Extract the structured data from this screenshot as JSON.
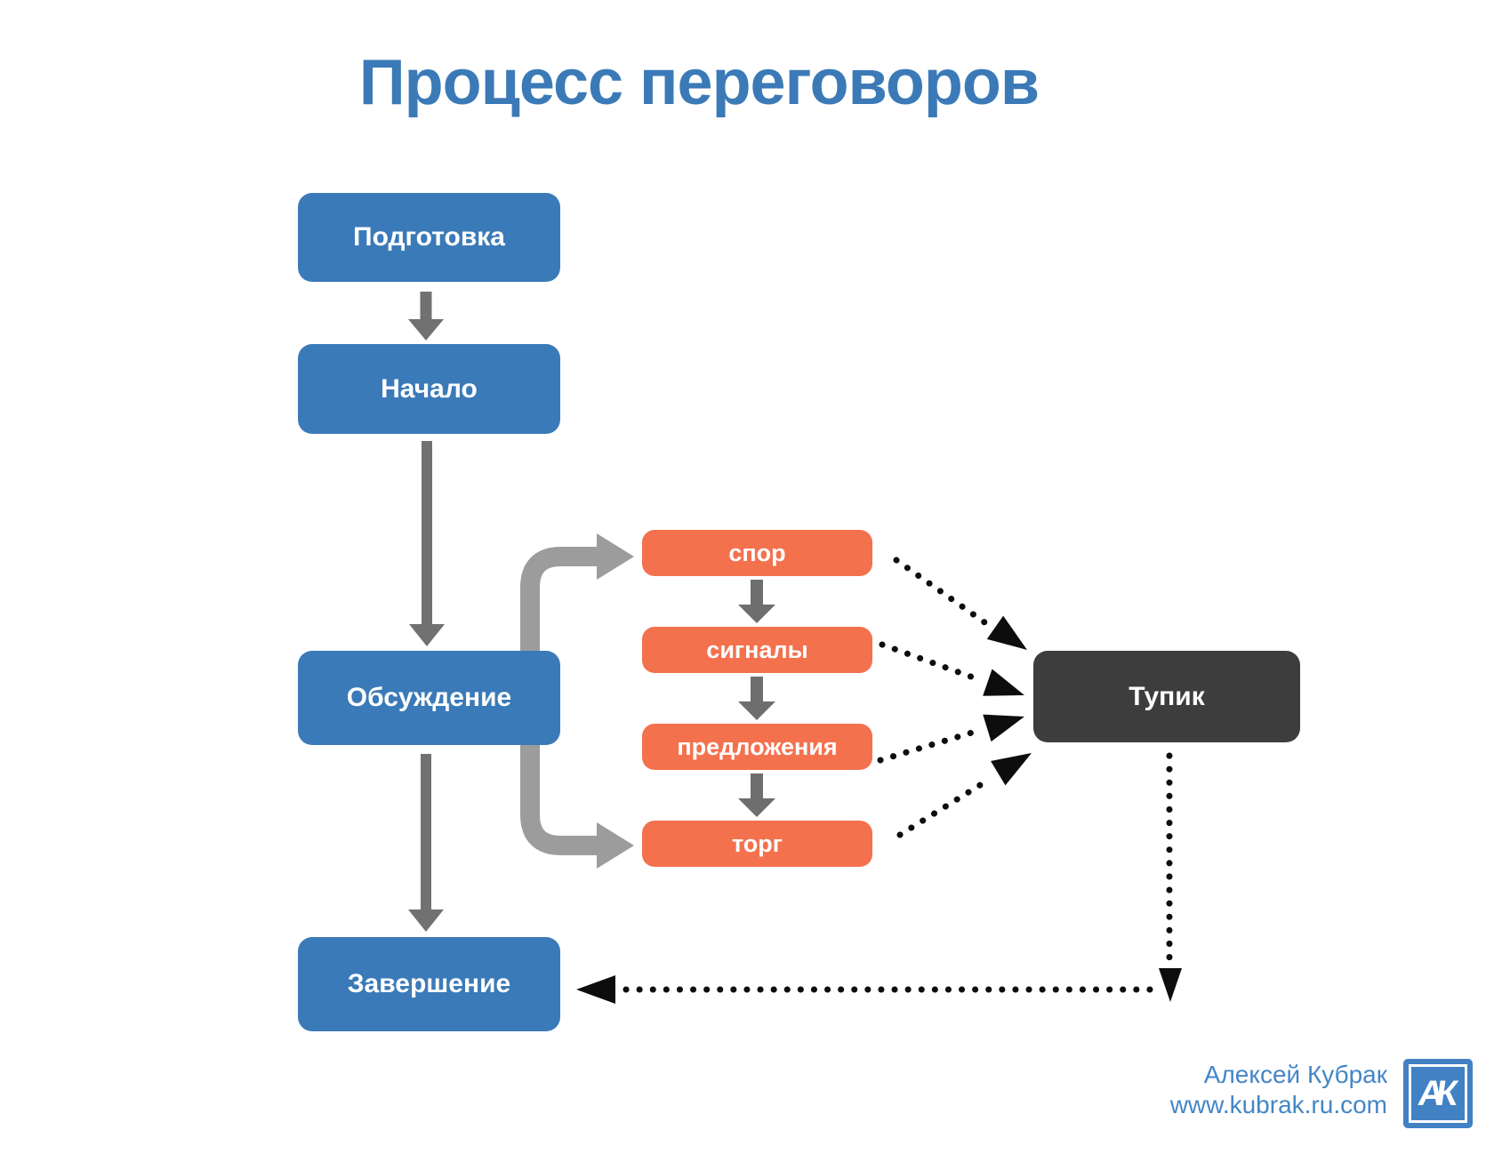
{
  "title": "Процесс переговоров",
  "palette": {
    "primary_blue": "#3b7ab8",
    "accent_orange": "#f4714e",
    "deadlock_gray": "#3d3d3d",
    "solid_arrow_gray": "#717171",
    "elbow_arrow_gray": "#9c9c9c",
    "dotted_arrow_black": "#0d0d0d",
    "credit_text_blue": "#4486c6"
  },
  "main_flow": [
    {
      "label": "Подготовка"
    },
    {
      "label": "Начало"
    },
    {
      "label": "Обсуждение"
    },
    {
      "label": "Завершение"
    }
  ],
  "discussion_sub_steps": [
    {
      "label": "спор"
    },
    {
      "label": "сигналы"
    },
    {
      "label": "предложения"
    },
    {
      "label": "торг"
    }
  ],
  "deadlock": {
    "label": "Тупик"
  },
  "footer": {
    "author": "Алексей Кубрак",
    "website": "www.kubrak.ru.com",
    "logo_monogram": "АК"
  }
}
